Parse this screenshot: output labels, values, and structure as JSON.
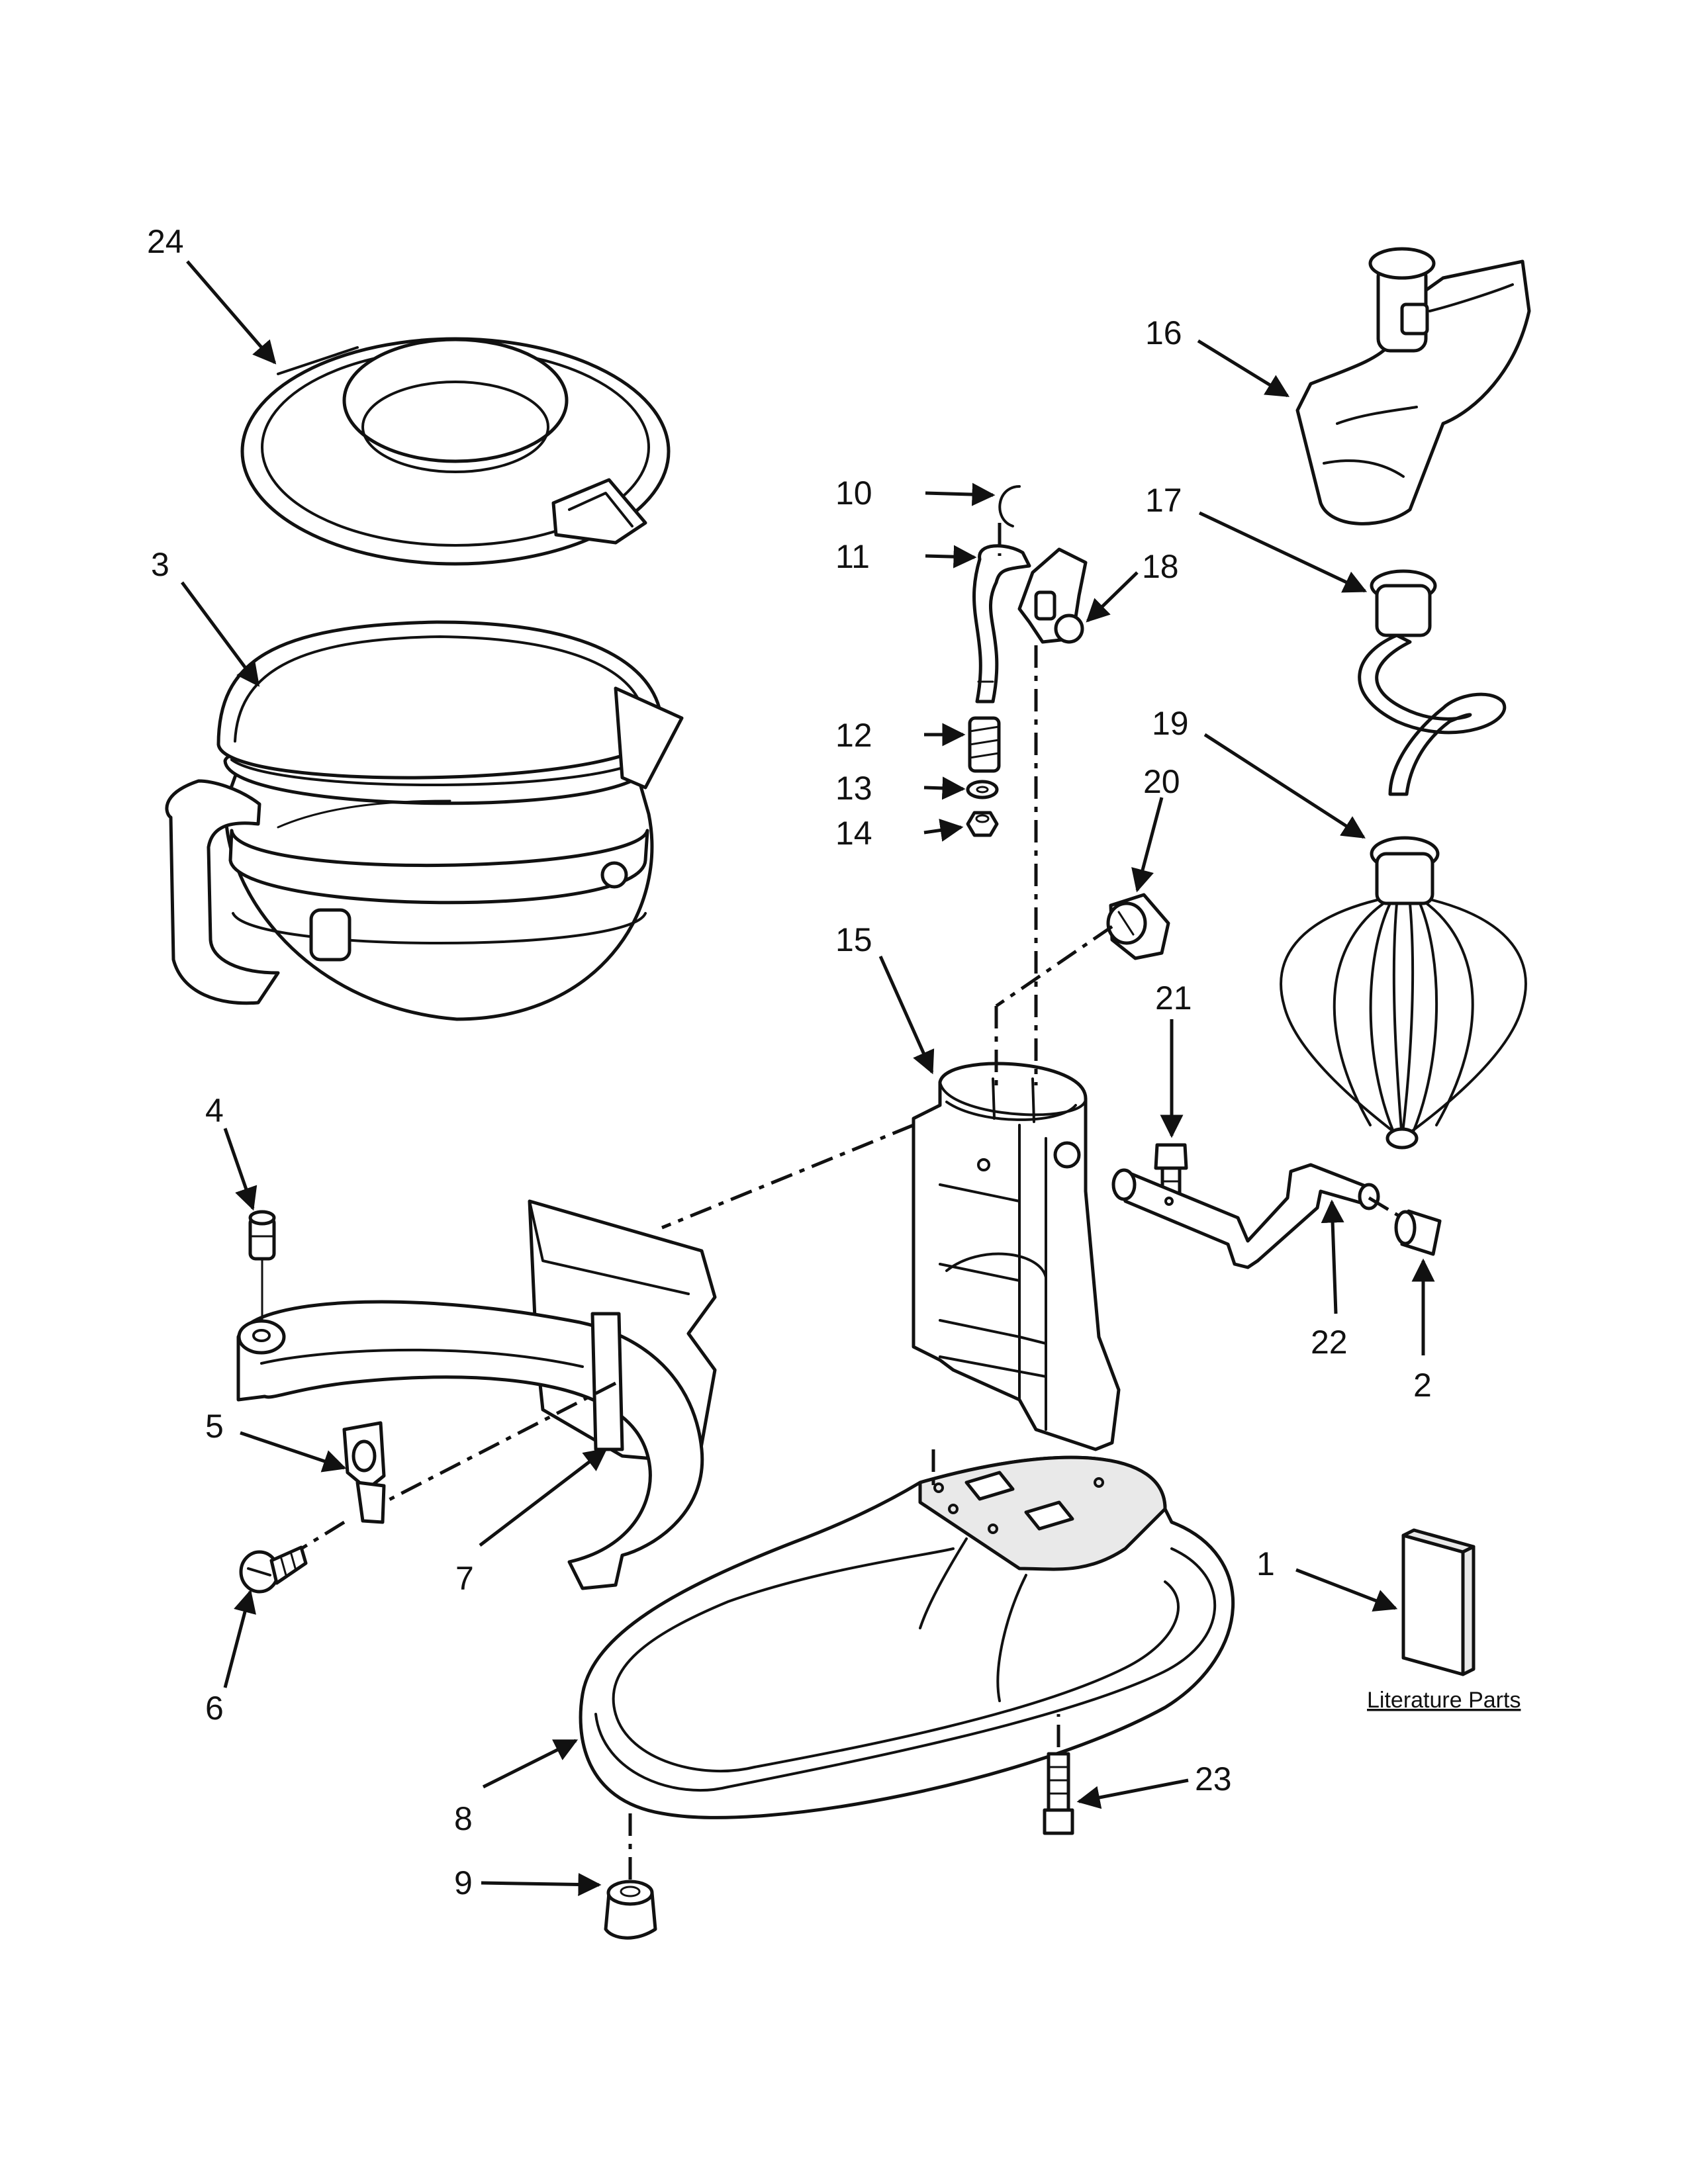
{
  "callouts": {
    "c1": "1",
    "c2": "2",
    "c3": "3",
    "c4": "4",
    "c5": "5",
    "c6": "6",
    "c7": "7",
    "c8": "8",
    "c9": "9",
    "c10": "10",
    "c11": "11",
    "c12": "12",
    "c13": "13",
    "c14": "14",
    "c15": "15",
    "c16": "16",
    "c17": "17",
    "c18": "18",
    "c19": "19",
    "c20": "20",
    "c21": "21",
    "c22": "22",
    "c23": "23",
    "c24": "24"
  },
  "literature_label": "Literature Parts"
}
